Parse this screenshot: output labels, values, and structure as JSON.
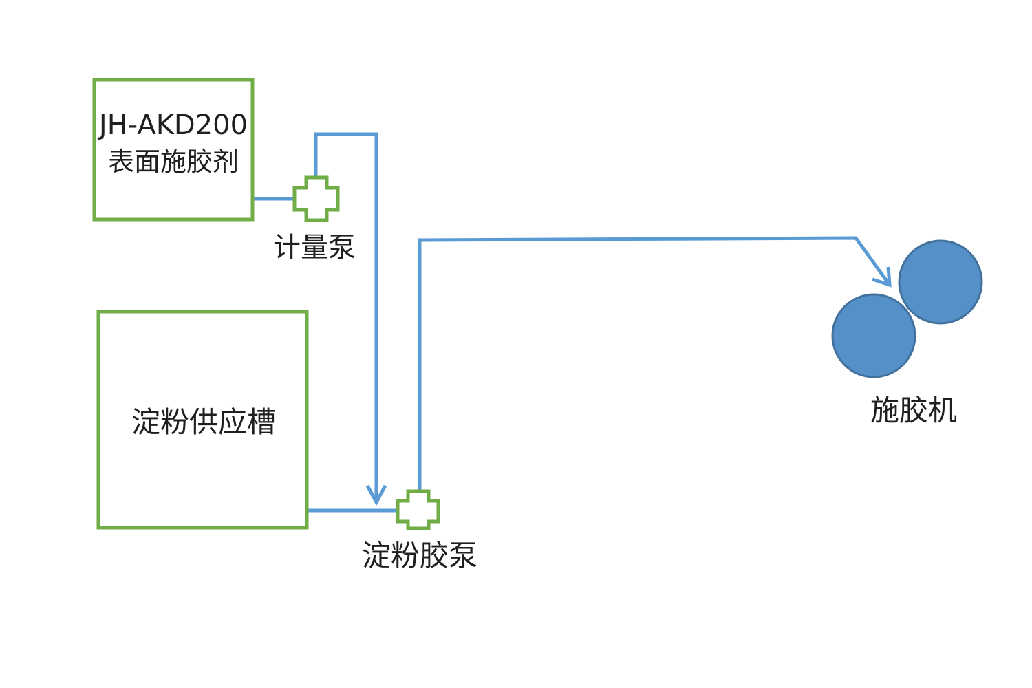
{
  "colors": {
    "background": "#ffffff",
    "box_outline": "#70ad47",
    "pipe": "#5b9bd5",
    "roller_fill": "#5590c8",
    "roller_outline": "#41719c",
    "text": "#1f1f1f"
  },
  "nodes": {
    "akd_tank": {
      "line1": "JH-AKD200",
      "line2": "表面施胶剂"
    },
    "metering_pump": {
      "label": "计量泵",
      "icon": "pump-cross-icon"
    },
    "starch_tank": {
      "label": "淀粉供应槽"
    },
    "starch_pump": {
      "label": "淀粉胶泵",
      "icon": "pump-cross-icon"
    },
    "size_press": {
      "label": "施胶机",
      "icon": "roller-pair-icon"
    }
  }
}
